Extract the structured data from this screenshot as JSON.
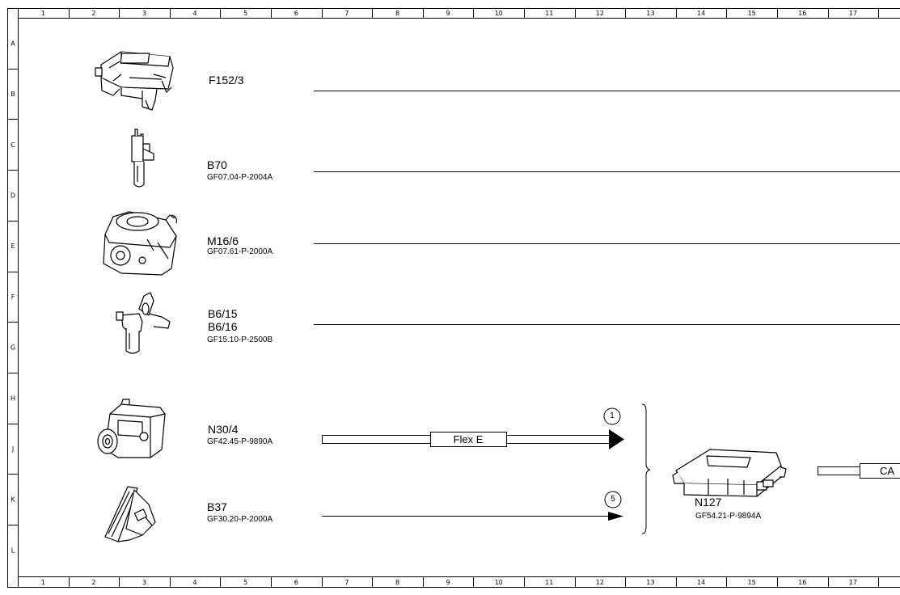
{
  "grid": {
    "columns": [
      "1",
      "2",
      "3",
      "4",
      "5",
      "6",
      "7",
      "8",
      "9",
      "10",
      "11",
      "12",
      "13",
      "14",
      "15",
      "16",
      "17"
    ],
    "rows": [
      "A",
      "B",
      "C",
      "D",
      "E",
      "F",
      "G",
      "H",
      "J",
      "K",
      "L"
    ]
  },
  "components": [
    {
      "code": "F152/3",
      "icon": "relay-module-icon"
    },
    {
      "code": "B70",
      "ref": "GF07.04-P-2004A",
      "icon": "crankshaft-sensor-icon"
    },
    {
      "code": "M16/6",
      "ref": "GF07.61-P-2000A",
      "icon": "throttle-actuator-icon"
    },
    {
      "code": "B6/15",
      "code2": "B6/16",
      "ref": "GF15.10-P-2500B",
      "icon": "camshaft-sensor-icon"
    },
    {
      "code": "N30/4",
      "ref": "GF42.45-P-9890A",
      "icon": "esp-control-unit-icon"
    },
    {
      "code": "B37",
      "ref": "GF30.20-P-2000A",
      "icon": "accelerator-pedal-sensor-icon"
    }
  ],
  "signals": {
    "flex_label": "Flex E",
    "flex_marker": "1",
    "pedal_marker": "5"
  },
  "target": {
    "code": "N127",
    "ref": "GF54.21-P-9894A",
    "icon": "control-unit-icon",
    "bus_label": "CA"
  }
}
